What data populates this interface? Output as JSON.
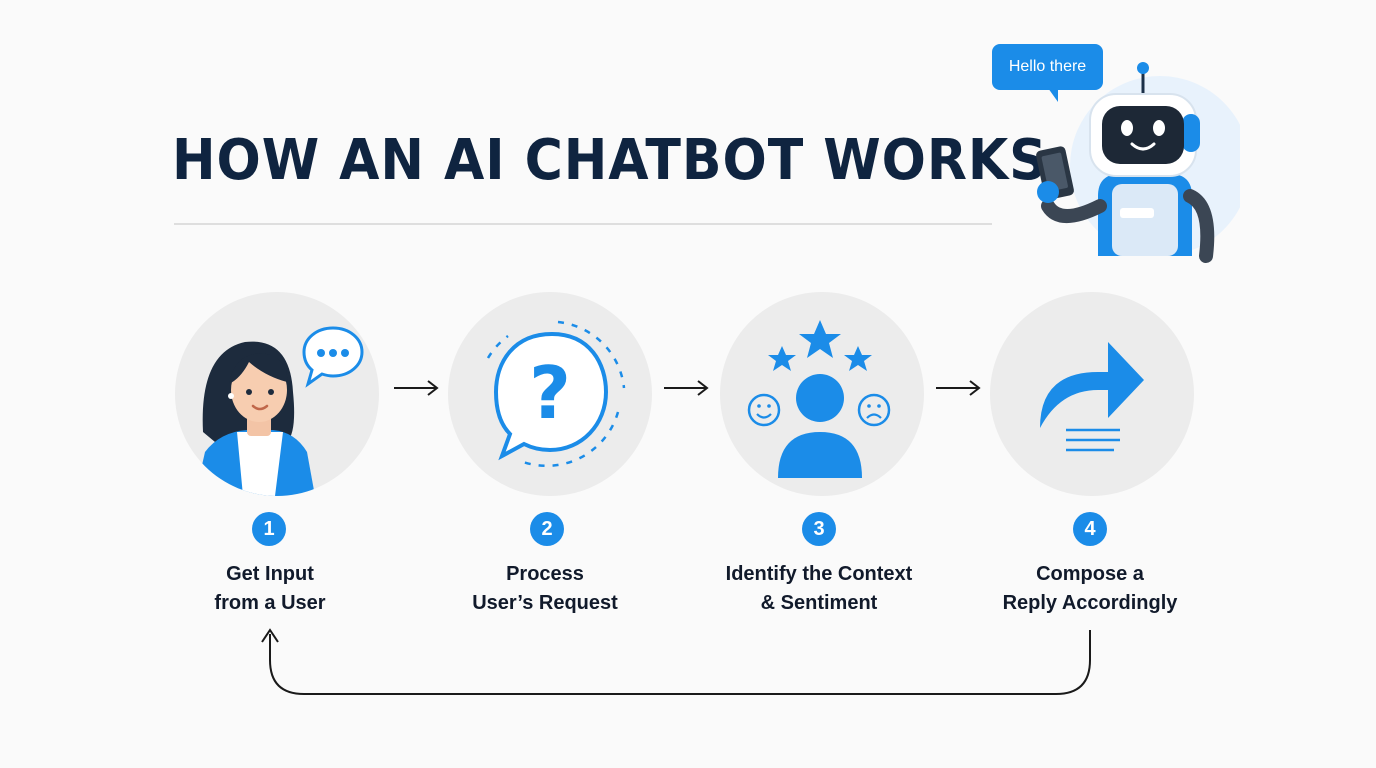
{
  "title": "HOW AN AI CHATBOT WORKS",
  "bubble_text": "Hello there",
  "steps": [
    {
      "number": "1",
      "line1": "Get Input",
      "line2": "from a User"
    },
    {
      "number": "2",
      "line1": "Process",
      "line2": "User’s Request"
    },
    {
      "number": "3",
      "line1": "Identify the Context",
      "line2": "& Sentiment"
    },
    {
      "number": "4",
      "line1": "Compose a",
      "line2": "Reply Accordingly"
    }
  ],
  "colors": {
    "accent": "#1b8ce8",
    "title": "#0f2440",
    "circle": "#ececec"
  }
}
